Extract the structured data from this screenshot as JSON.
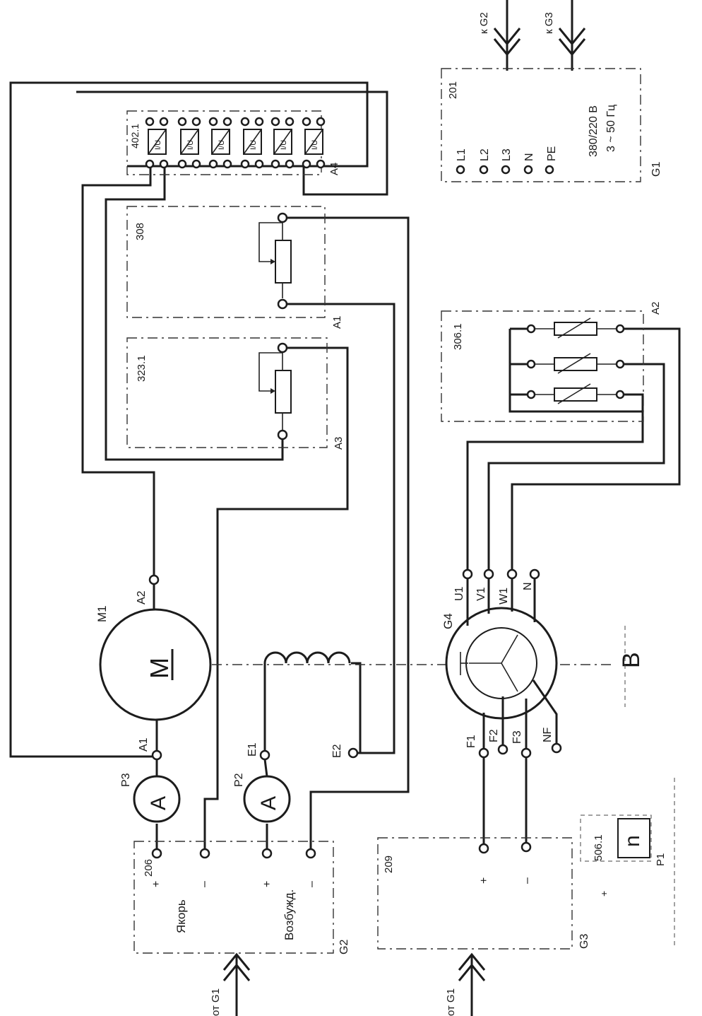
{
  "supply": {
    "to_g2": "к G2",
    "to_g3": "к G3",
    "from_g1_a": "от G1",
    "from_g1_b": "от G1"
  },
  "g1": {
    "code": "201",
    "tag": "G1",
    "terminals": [
      "L1",
      "L2",
      "L3",
      "N",
      "PE"
    ],
    "voltage": "380/220 В",
    "freq": "3 ~ 50 Гц"
  },
  "a4": {
    "code": "402.1",
    "tag": "A4",
    "sensor_glyph": "I/U"
  },
  "a1": {
    "code": "308",
    "tag": "A1"
  },
  "a3": {
    "code": "323.1",
    "tag": "A3"
  },
  "a2": {
    "code": "306.1",
    "tag": "A2"
  },
  "m1": {
    "tag": "M1",
    "symbol": "M",
    "term_top": "A2",
    "term_bottom": "A1",
    "field_top": "E1",
    "field_bottom": "E2"
  },
  "g4": {
    "tag": "G4",
    "terms_top": [
      "U1",
      "V1",
      "W1",
      "N"
    ],
    "terms_bottom": [
      "F1",
      "F2",
      "F3",
      "NF"
    ]
  },
  "p3": {
    "tag": "P3",
    "symbol": "A"
  },
  "p2": {
    "tag": "P2",
    "symbol": "A"
  },
  "g2": {
    "code": "206",
    "tag": "G2",
    "armature": "Якорь",
    "excitation": "Возбужд.",
    "plus": "+",
    "minus": "–"
  },
  "g3": {
    "code": "209",
    "tag": "G3",
    "plus": "+",
    "minus": "–"
  },
  "p1": {
    "code": "506.1",
    "tag": "P1",
    "symbol": "n",
    "plus": "+"
  },
  "b_label": "B"
}
